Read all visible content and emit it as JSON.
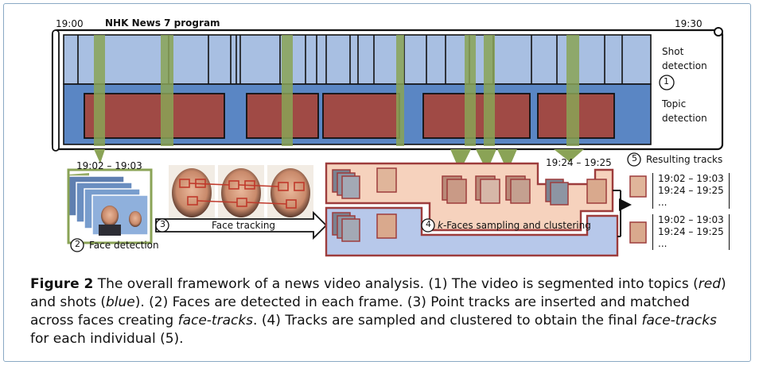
{
  "figure": {
    "time_start": "19:00",
    "program_title": "NHK News 7 program",
    "time_end": "19:30",
    "shot_detection_label": "Shot detection",
    "topic_detection_label": "Topic detection",
    "step1_marker": "1",
    "range_left": "19:02 – 19:03",
    "range_right": "19:24 – 19:25",
    "step2_marker": "2",
    "face_detection_label": "Face detection",
    "step3_marker": "3",
    "face_tracking_label": "Face tracking",
    "step4_marker": "4",
    "sampling_k": "k",
    "sampling_label": "-Faces sampling and clustering",
    "step5_marker": "5",
    "resulting_tracks_label": "Resulting tracks",
    "track_groups": [
      {
        "lines": [
          "19:02 – 19:03",
          "19:24 – 19:25",
          "..."
        ]
      },
      {
        "lines": [
          "19:02 – 19:03",
          "19:24 – 19:25",
          "..."
        ]
      }
    ],
    "colors": {
      "shot_band": "#a8bfe2",
      "topic_band": "#5a86c4",
      "topic_block": "#a04a45",
      "green_overlay": "#8aa356",
      "cluster_top": "#f6d2bd",
      "cluster_bottom": "#b7c8ea",
      "cluster_border": "#9d3c3c"
    }
  },
  "caption": {
    "figure_label": "Figure 2",
    "text_1": "The overall framework of a news video analysis. (1) The video is segmented into topics (",
    "red": "red",
    "text_2": ") and shots (",
    "blue": "blue",
    "text_3": "). (2) Faces are detected in each frame. (3) Point tracks are inserted and matched across faces creating ",
    "face_tracks_1": "face-tracks",
    "text_4": ". (4) Tracks are sampled and clustered to obtain the final ",
    "face_tracks_2": "face-tracks",
    "text_5": " for each individual (5)."
  }
}
